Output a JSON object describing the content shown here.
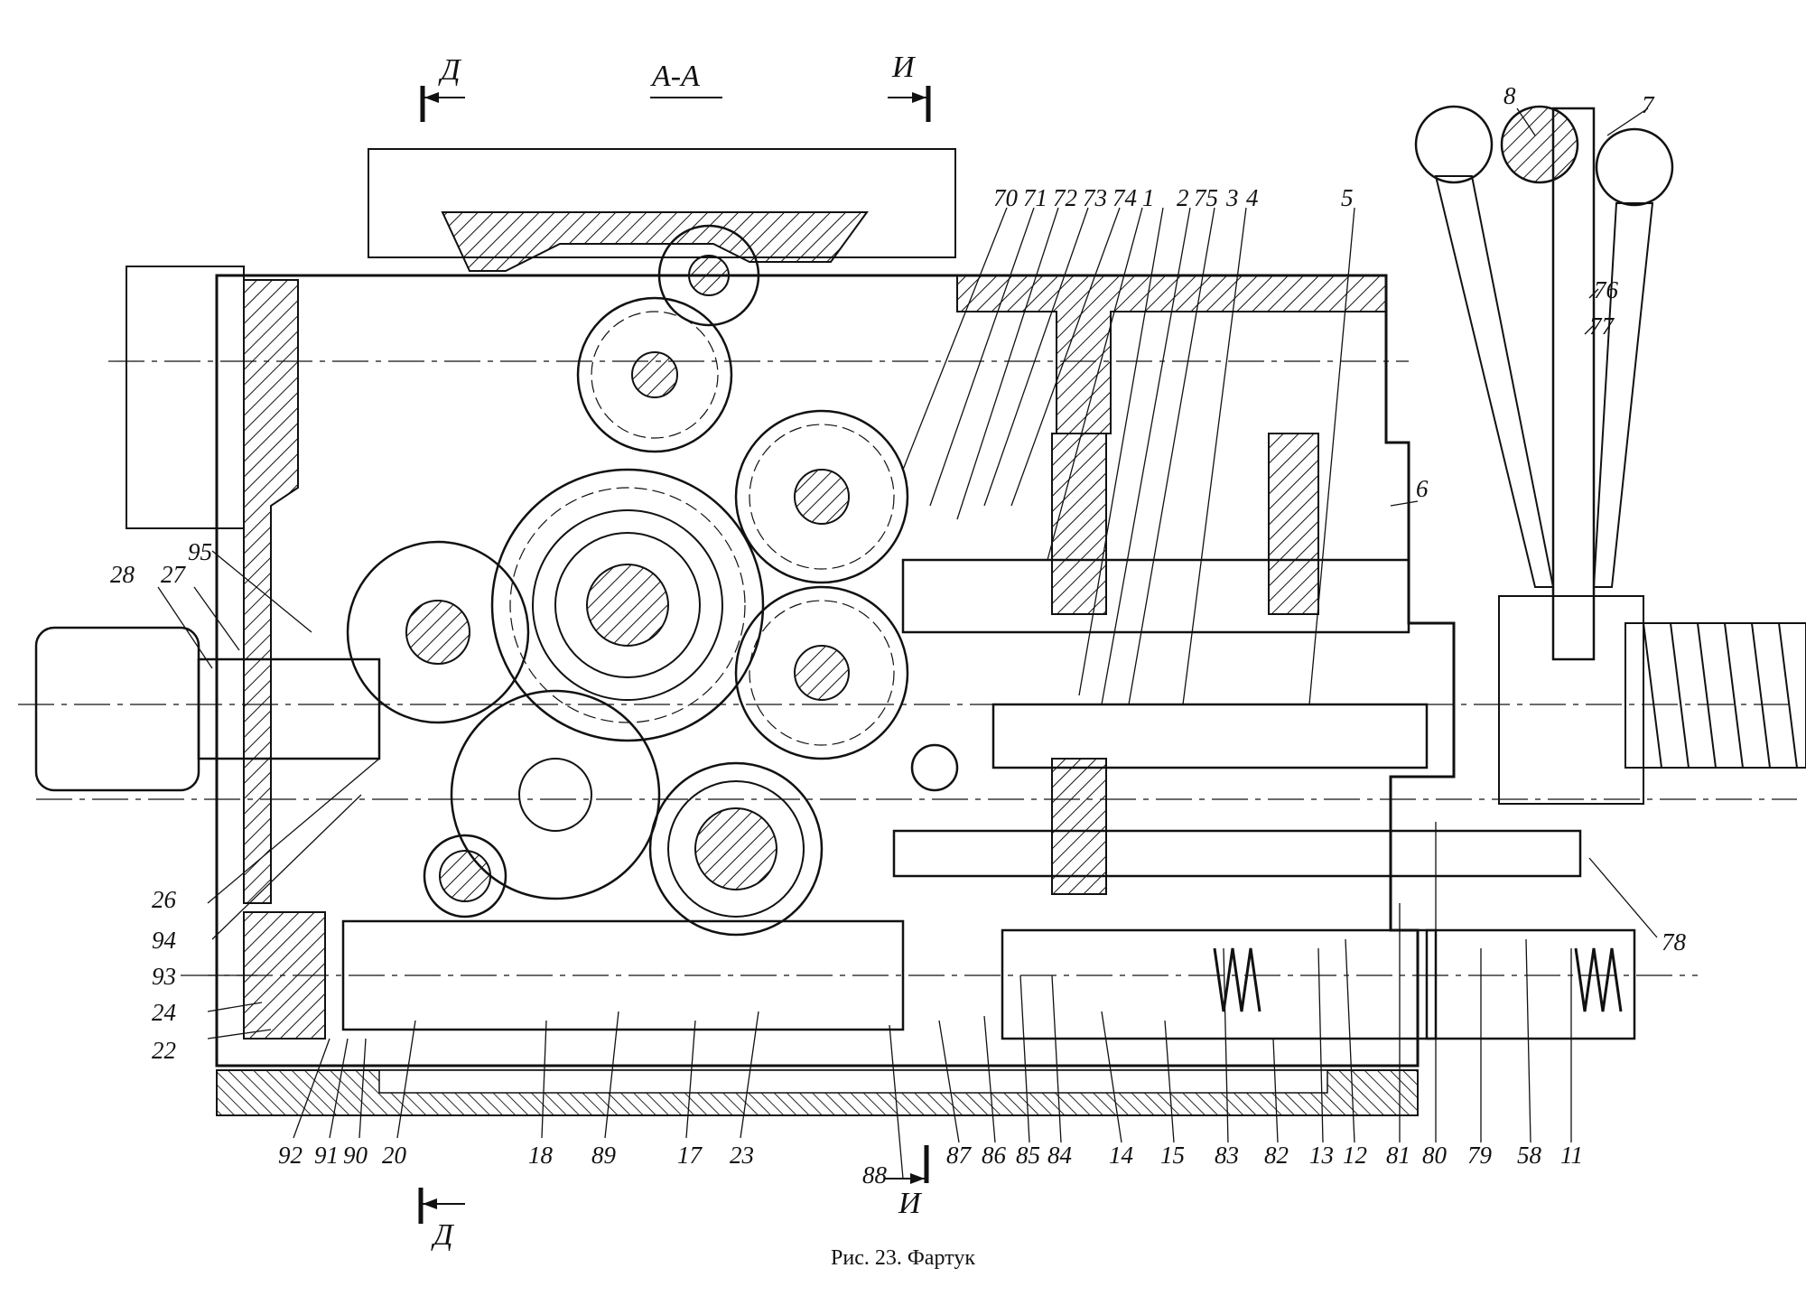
{
  "section": {
    "title": "А-А",
    "cut_top_left": "Д",
    "cut_top_right": "И",
    "cut_bottom_left": "Д",
    "cut_bottom_right": "И"
  },
  "labels_top": [
    "70",
    "71",
    "72",
    "73",
    "74",
    "1",
    "2",
    "75",
    "3",
    "4",
    "5",
    "8",
    "7",
    "6",
    "76",
    "77"
  ],
  "labels_left": [
    "95",
    "28",
    "27",
    "26",
    "94",
    "93",
    "24",
    "22"
  ],
  "labels_right": [
    "78"
  ],
  "labels_bottom": [
    "92",
    "91",
    "90",
    "20",
    "18",
    "89",
    "17",
    "23",
    "88",
    "87",
    "86",
    "85",
    "84",
    "14",
    "15",
    "83",
    "82",
    "13",
    "12",
    "81",
    "80",
    "79",
    "58",
    "11"
  ],
  "caption": "Рис. 23. Фартук",
  "colors": {
    "ink": "#111111",
    "paper": "#ffffff"
  }
}
